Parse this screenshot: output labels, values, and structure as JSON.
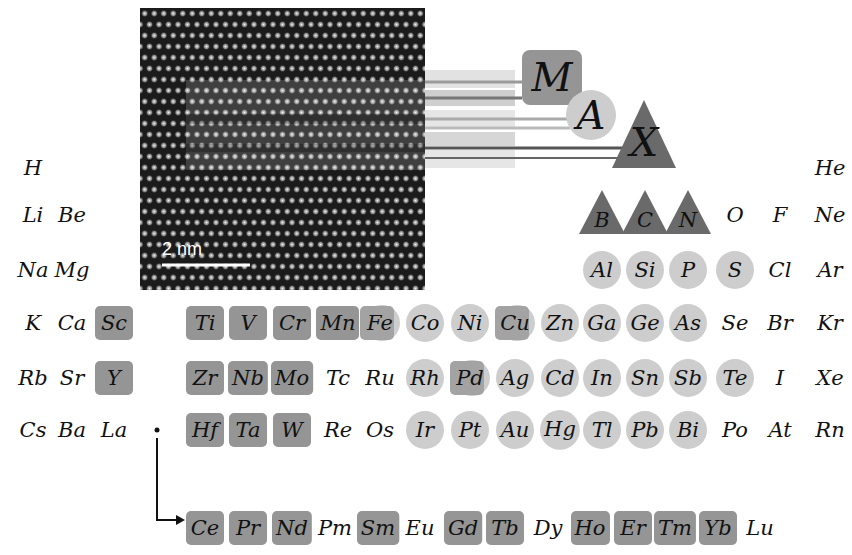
{
  "diagram": {
    "nodes": [
      {
        "text": [
          "M"
        ]
      },
      {
        "text": [
          "A"
        ]
      },
      {
        "text": [
          "X"
        ]
      },
      {
        "text": [
          "B"
        ]
      },
      {
        "text": [
          "C"
        ]
      },
      {
        "text": [
          "N"
        ]
      },
      {
        "text": [
          "Al"
        ]
      },
      {
        "text": [
          "Si"
        ]
      },
      {
        "text": [
          "P"
        ]
      },
      {
        "text": [
          "S"
        ]
      },
      {
        "text": [
          "Sc"
        ]
      },
      {
        "text": [
          "Ti"
        ]
      },
      {
        "text": [
          "V"
        ]
      },
      {
        "text": [
          "Cr"
        ]
      },
      {
        "text": [
          "Mn"
        ]
      },
      {
        "text": [
          "Fe"
        ]
      },
      {
        "text": [
          "Co"
        ]
      },
      {
        "text": [
          "Ni"
        ]
      },
      {
        "text": [
          "Cu"
        ]
      },
      {
        "text": [
          "Zn"
        ]
      },
      {
        "text": [
          "Ga"
        ]
      },
      {
        "text": [
          "Ge"
        ]
      },
      {
        "text": [
          "As"
        ]
      },
      {
        "text": [
          "Y"
        ]
      },
      {
        "text": [
          "Zr"
        ]
      },
      {
        "text": [
          "Nb"
        ]
      },
      {
        "text": [
          "Mo"
        ]
      },
      {
        "text": [
          "Rh"
        ]
      },
      {
        "text": [
          "Pd"
        ]
      },
      {
        "text": [
          "Ag"
        ]
      },
      {
        "text": [
          "Cd"
        ]
      },
      {
        "text": [
          "In"
        ]
      },
      {
        "text": [
          "Sn"
        ]
      },
      {
        "text": [
          "Sb"
        ]
      },
      {
        "text": [
          "Te"
        ]
      },
      {
        "text": [
          "Hf"
        ]
      },
      {
        "text": [
          "Ta"
        ]
      },
      {
        "text": [
          "W"
        ]
      },
      {
        "text": [
          "Ir"
        ]
      },
      {
        "text": [
          "Pt"
        ]
      },
      {
        "text": [
          "Au"
        ]
      },
      {
        "text": [
          "Hg"
        ]
      },
      {
        "text": [
          "Tl"
        ]
      },
      {
        "text": [
          "Pb"
        ]
      },
      {
        "text": [
          "Bi"
        ]
      },
      {
        "text": [
          "Ce"
        ]
      },
      {
        "text": [
          "Pr"
        ]
      },
      {
        "text": [
          "Nd"
        ]
      },
      {
        "text": [
          "Sm"
        ]
      },
      {
        "text": [
          "Gd"
        ]
      },
      {
        "text": [
          "Tb"
        ]
      },
      {
        "text": [
          "Ho"
        ]
      },
      {
        "text": [
          "Er"
        ]
      },
      {
        "text": [
          "Tm"
        ]
      },
      {
        "text": [
          "Yb"
        ]
      }
    ],
    "labels": [
      "2 nm",
      "H",
      "He",
      "Li",
      "Be",
      "O",
      "F",
      "Ne",
      "Na",
      "Mg",
      "Cl",
      "Ar",
      "K",
      "Ca",
      "Se",
      "Br",
      "Kr",
      "Rb",
      "Sr",
      "Tc",
      "Ru",
      "I",
      "Xe",
      "Cs",
      "Ba",
      "La",
      "Re",
      "Os",
      "Po",
      "At",
      "Rn",
      "Pm",
      "Eu",
      "Dy",
      "Lu"
    ]
  }
}
